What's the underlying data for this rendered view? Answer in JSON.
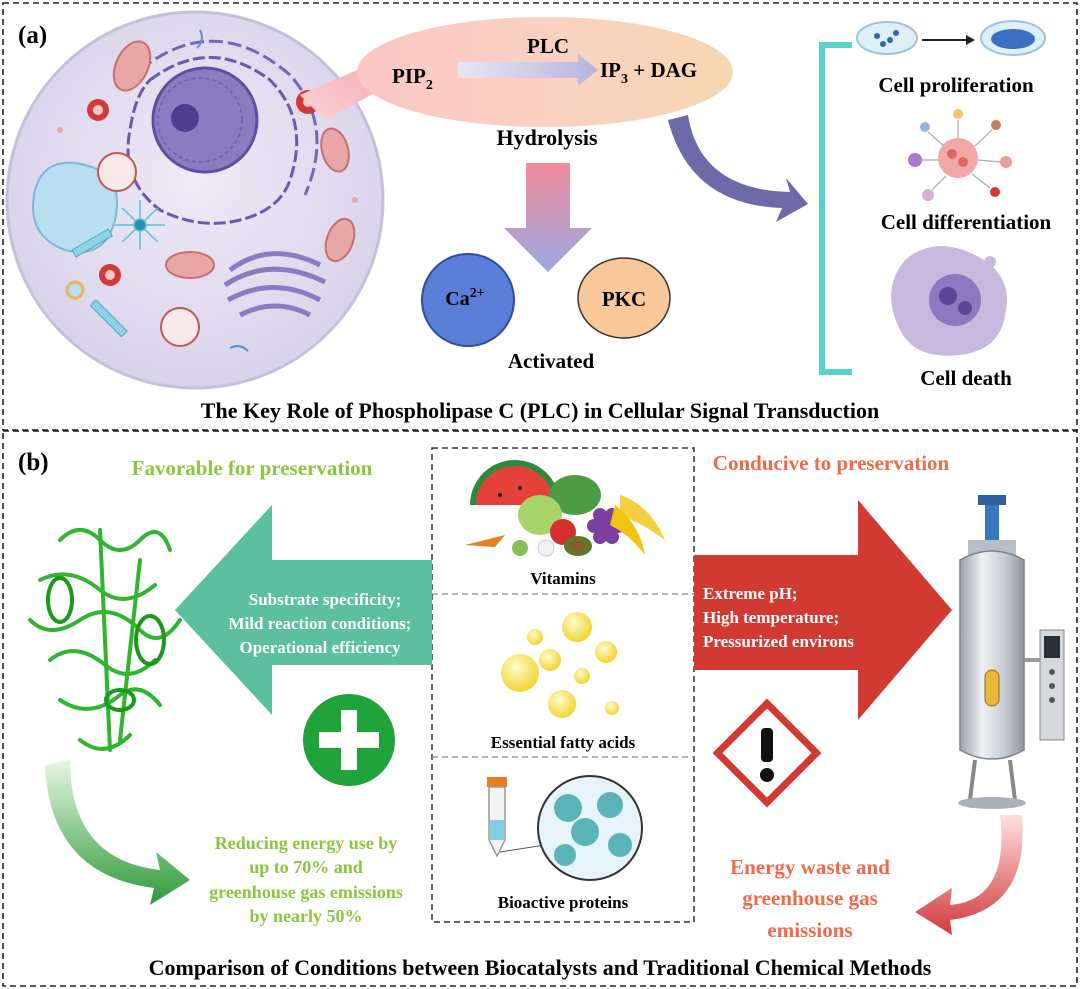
{
  "panel_a": {
    "label": "(a)",
    "enzyme": "PLC",
    "substrate": "PIP",
    "substrate_sub": "2",
    "product_ip": "IP",
    "product_ip_sub": "3",
    "product_rest": " + DAG",
    "process": "Hydrolysis",
    "calcium": "Ca",
    "calcium_sup": "2+",
    "pkc": "PKC",
    "activated": "Activated",
    "outcomes": [
      "Cell proliferation",
      "Cell differentiation",
      "Cell death"
    ],
    "title": "The Key Role of Phospholipase C (PLC) in Cellular Signal Transduction"
  },
  "panel_b": {
    "label": "(b)",
    "left_heading": "Favorable for preservation",
    "right_heading": "Conducive to preservation",
    "left_points": [
      "Substrate specificity;",
      "Mild reaction conditions;",
      "Operational efficiency"
    ],
    "right_points": [
      "Extreme pH;",
      "High temperature;",
      "Pressurized environs"
    ],
    "nutrients": [
      "Vitamins",
      "Essential fatty acids",
      "Bioactive proteins"
    ],
    "left_outcome": [
      "Reducing energy use by",
      "up to 70% and",
      "greenhouse gas emissions",
      "by nearly 50%"
    ],
    "right_outcome": [
      "Energy waste and",
      "greenhouse gas",
      "emissions"
    ],
    "title": "Comparison of Conditions between Biocatalysts and Traditional Chemical Methods"
  },
  "colors": {
    "green_text": "#8cc63f",
    "teal_arrow": "#5cbfa0",
    "red_arrow": "#d03a32",
    "red_text": "#ef6a4a",
    "cyan_bracket": "#5ad1c8"
  }
}
